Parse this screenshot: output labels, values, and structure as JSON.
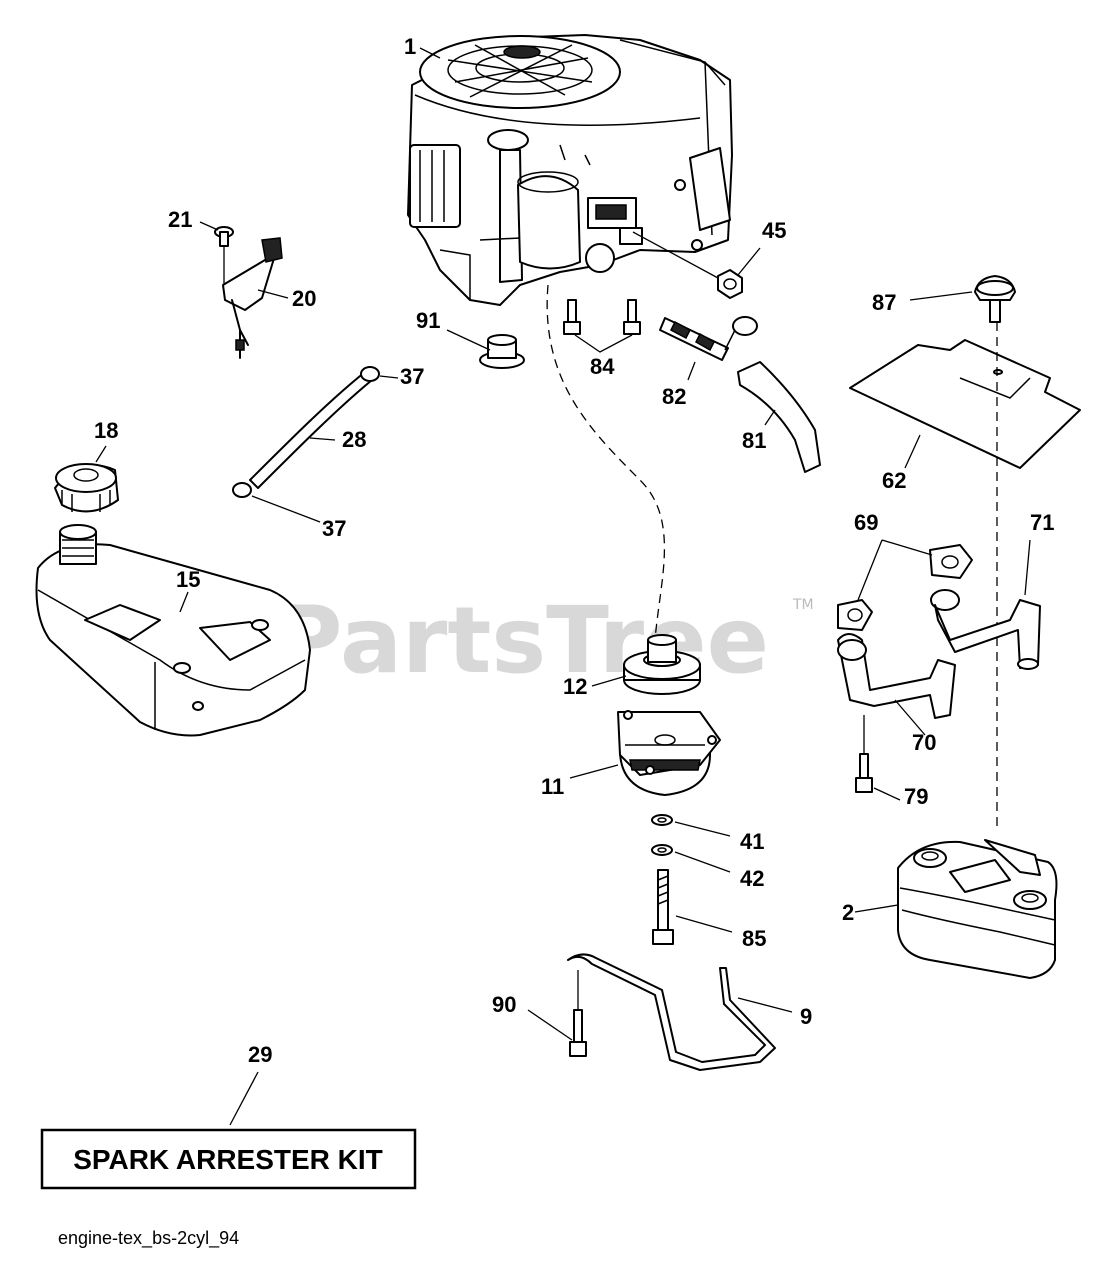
{
  "callouts": {
    "c1": "1",
    "c2": "2",
    "c9": "9",
    "c11": "11",
    "c12": "12",
    "c15": "15",
    "c18": "18",
    "c20": "20",
    "c21": "21",
    "c28": "28",
    "c29": "29",
    "c37a": "37",
    "c37b": "37",
    "c41": "41",
    "c42": "42",
    "c45": "45",
    "c62": "62",
    "c69": "69",
    "c70": "70",
    "c71": "71",
    "c79": "79",
    "c81": "81",
    "c82": "82",
    "c84": "84",
    "c85": "85",
    "c87": "87",
    "c90": "90",
    "c91": "91"
  },
  "kit_box_label": "SPARK ARRESTER KIT",
  "watermark": {
    "text": "PartsTree",
    "tm": "TM"
  },
  "diagram_ref": "engine-tex_bs-2cyl_94",
  "icons": [
    "engine",
    "muffler",
    "fuel-tank",
    "fuel-cap",
    "pto-clutch",
    "pulley",
    "heat-shield",
    "exhaust-pipe",
    "gasket",
    "fuel-filter",
    "fuel-hose",
    "bolt",
    "nut",
    "washer",
    "bracket",
    "choke-cable"
  ]
}
